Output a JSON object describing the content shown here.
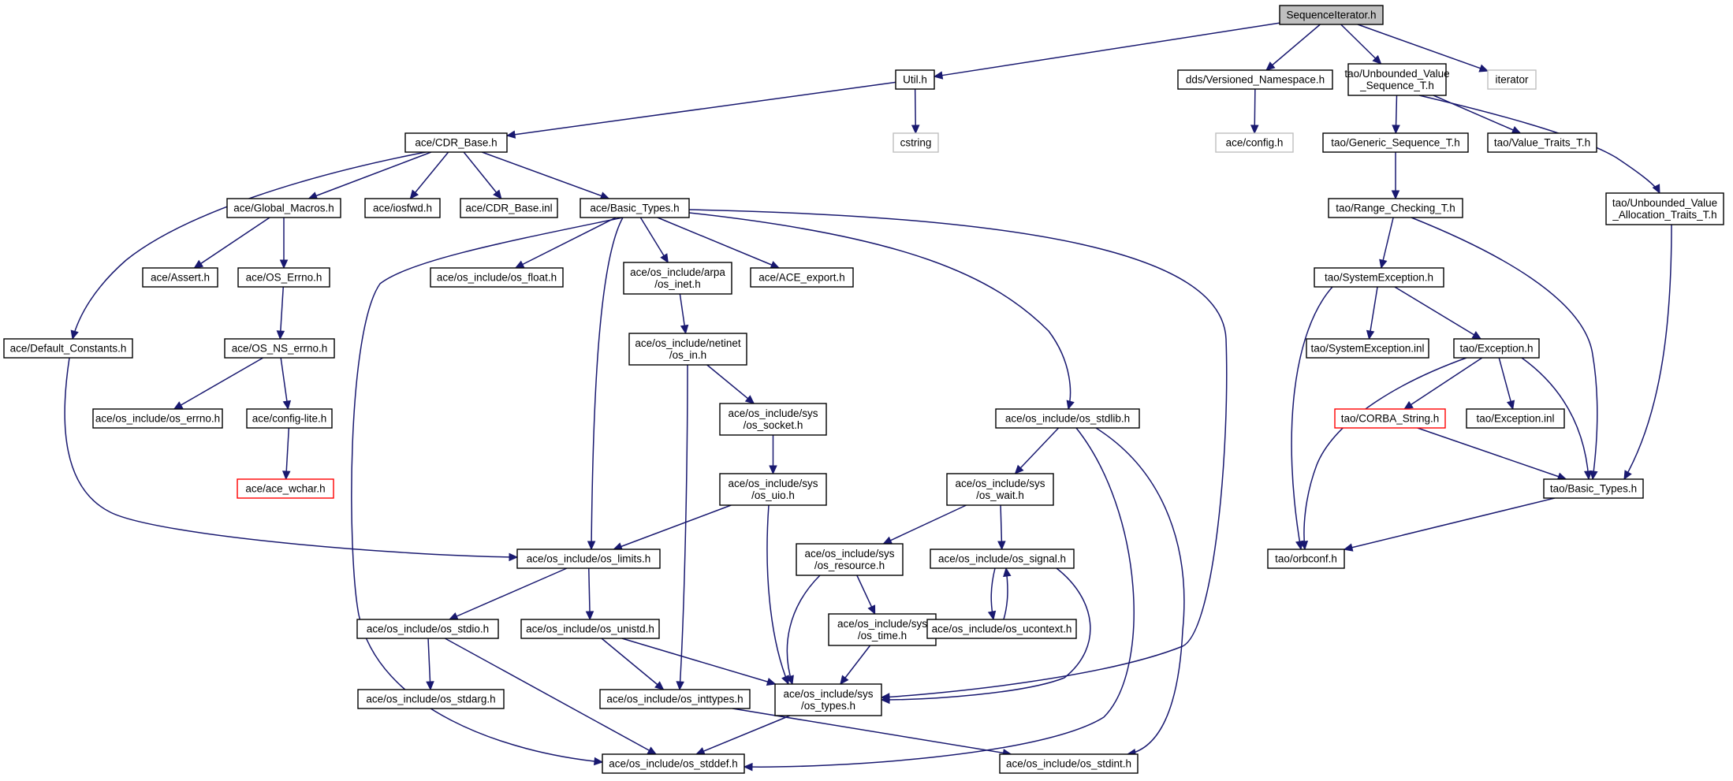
{
  "diagram": {
    "edge_color": "#191970",
    "truncated_border_color": "#ff0000",
    "external_border_color": "#bfbfbf",
    "root_fill": "#bfbfbf",
    "nodes": [
      {
        "id": "root",
        "label": [
          "SequenceIterator.h"
        ],
        "kind": "root"
      },
      {
        "id": "util",
        "label": [
          "Util.h"
        ],
        "kind": "normal"
      },
      {
        "id": "dds_ns",
        "label": [
          "dds/Versioned_Namespace.h"
        ],
        "kind": "normal"
      },
      {
        "id": "tao_ubvs",
        "label": [
          "tao/Unbounded_Value",
          "_Sequence_T.h"
        ],
        "kind": "normal"
      },
      {
        "id": "iterator",
        "label": [
          "iterator"
        ],
        "kind": "external"
      },
      {
        "id": "cdr_base",
        "label": [
          "ace/CDR_Base.h"
        ],
        "kind": "normal"
      },
      {
        "id": "cstring",
        "label": [
          "cstring"
        ],
        "kind": "external"
      },
      {
        "id": "ace_config",
        "label": [
          "ace/config.h"
        ],
        "kind": "external"
      },
      {
        "id": "tao_gen_seq",
        "label": [
          "tao/Generic_Sequence_T.h"
        ],
        "kind": "normal"
      },
      {
        "id": "tao_value_traits",
        "label": [
          "tao/Value_Traits_T.h"
        ],
        "kind": "normal"
      },
      {
        "id": "tao_ubva",
        "label": [
          "tao/Unbounded_Value",
          "_Allocation_Traits_T.h"
        ],
        "kind": "normal"
      },
      {
        "id": "global_macros",
        "label": [
          "ace/Global_Macros.h"
        ],
        "kind": "normal"
      },
      {
        "id": "iosfwd",
        "label": [
          "ace/iosfwd.h"
        ],
        "kind": "normal"
      },
      {
        "id": "cdr_base_inl",
        "label": [
          "ace/CDR_Base.inl"
        ],
        "kind": "normal"
      },
      {
        "id": "ace_basic_types",
        "label": [
          "ace/Basic_Types.h"
        ],
        "kind": "normal"
      },
      {
        "id": "tao_range",
        "label": [
          "tao/Range_Checking_T.h"
        ],
        "kind": "normal"
      },
      {
        "id": "ace_assert",
        "label": [
          "ace/Assert.h"
        ],
        "kind": "normal"
      },
      {
        "id": "os_errno",
        "label": [
          "ace/OS_Errno.h"
        ],
        "kind": "normal"
      },
      {
        "id": "os_float",
        "label": [
          "ace/os_include/os_float.h"
        ],
        "kind": "normal"
      },
      {
        "id": "arpa_inet",
        "label": [
          "ace/os_include/arpa",
          "/os_inet.h"
        ],
        "kind": "normal"
      },
      {
        "id": "ace_export",
        "label": [
          "ace/ACE_export.h"
        ],
        "kind": "normal"
      },
      {
        "id": "tao_sysexc",
        "label": [
          "tao/SystemException.h"
        ],
        "kind": "normal"
      },
      {
        "id": "default_constants",
        "label": [
          "ace/Default_Constants.h"
        ],
        "kind": "normal"
      },
      {
        "id": "os_ns_errno",
        "label": [
          "ace/OS_NS_errno.h"
        ],
        "kind": "normal"
      },
      {
        "id": "netinet_in",
        "label": [
          "ace/os_include/netinet",
          "/os_in.h"
        ],
        "kind": "normal"
      },
      {
        "id": "tao_sysexc_inl",
        "label": [
          "tao/SystemException.inl"
        ],
        "kind": "normal"
      },
      {
        "id": "tao_exception",
        "label": [
          "tao/Exception.h"
        ],
        "kind": "normal"
      },
      {
        "id": "os_include_errno",
        "label": [
          "ace/os_include/os_errno.h"
        ],
        "kind": "normal"
      },
      {
        "id": "config_lite",
        "label": [
          "ace/config-lite.h"
        ],
        "kind": "normal"
      },
      {
        "id": "sys_socket",
        "label": [
          "ace/os_include/sys",
          "/os_socket.h"
        ],
        "kind": "normal"
      },
      {
        "id": "os_stdlib",
        "label": [
          "ace/os_include/os_stdlib.h"
        ],
        "kind": "normal"
      },
      {
        "id": "tao_corba_string",
        "label": [
          "tao/CORBA_String.h"
        ],
        "kind": "truncated"
      },
      {
        "id": "tao_exception_inl",
        "label": [
          "tao/Exception.inl"
        ],
        "kind": "normal"
      },
      {
        "id": "ace_wchar",
        "label": [
          "ace/ace_wchar.h"
        ],
        "kind": "truncated"
      },
      {
        "id": "sys_uio",
        "label": [
          "ace/os_include/sys",
          "/os_uio.h"
        ],
        "kind": "normal"
      },
      {
        "id": "sys_wait",
        "label": [
          "ace/os_include/sys",
          "/os_wait.h"
        ],
        "kind": "normal"
      },
      {
        "id": "tao_basic_types",
        "label": [
          "tao/Basic_Types.h"
        ],
        "kind": "normal"
      },
      {
        "id": "os_limits",
        "label": [
          "ace/os_include/os_limits.h"
        ],
        "kind": "normal"
      },
      {
        "id": "sys_resource",
        "label": [
          "ace/os_include/sys",
          "/os_resource.h"
        ],
        "kind": "normal"
      },
      {
        "id": "os_signal",
        "label": [
          "ace/os_include/os_signal.h"
        ],
        "kind": "normal"
      },
      {
        "id": "tao_orbconf",
        "label": [
          "tao/orbconf.h"
        ],
        "kind": "normal"
      },
      {
        "id": "sys_time",
        "label": [
          "ace/os_include/sys",
          "/os_time.h"
        ],
        "kind": "normal"
      },
      {
        "id": "os_stdio",
        "label": [
          "ace/os_include/os_stdio.h"
        ],
        "kind": "normal"
      },
      {
        "id": "os_unistd",
        "label": [
          "ace/os_include/os_unistd.h"
        ],
        "kind": "normal"
      },
      {
        "id": "os_ucontext",
        "label": [
          "ace/os_include/os_ucontext.h"
        ],
        "kind": "normal"
      },
      {
        "id": "os_stdarg",
        "label": [
          "ace/os_include/os_stdarg.h"
        ],
        "kind": "normal"
      },
      {
        "id": "os_inttypes",
        "label": [
          "ace/os_include/os_inttypes.h"
        ],
        "kind": "normal"
      },
      {
        "id": "sys_types",
        "label": [
          "ace/os_include/sys",
          "/os_types.h"
        ],
        "kind": "normal"
      },
      {
        "id": "os_stddef",
        "label": [
          "ace/os_include/os_stddef.h"
        ],
        "kind": "normal"
      },
      {
        "id": "os_stdint",
        "label": [
          "ace/os_include/os_stdint.h"
        ],
        "kind": "normal"
      }
    ],
    "edges": [
      [
        "root",
        "util"
      ],
      [
        "root",
        "dds_ns"
      ],
      [
        "root",
        "tao_ubvs"
      ],
      [
        "root",
        "iterator"
      ],
      [
        "util",
        "cdr_base"
      ],
      [
        "util",
        "cstring"
      ],
      [
        "dds_ns",
        "ace_config"
      ],
      [
        "tao_ubvs",
        "tao_gen_seq"
      ],
      [
        "tao_ubvs",
        "tao_value_traits"
      ],
      [
        "tao_ubvs",
        "tao_ubva"
      ],
      [
        "cdr_base",
        "default_constants"
      ],
      [
        "cdr_base",
        "global_macros"
      ],
      [
        "cdr_base",
        "iosfwd"
      ],
      [
        "cdr_base",
        "cdr_base_inl"
      ],
      [
        "cdr_base",
        "ace_basic_types"
      ],
      [
        "tao_gen_seq",
        "tao_range"
      ],
      [
        "tao_ubva",
        "tao_basic_types"
      ],
      [
        "global_macros",
        "ace_assert"
      ],
      [
        "global_macros",
        "os_errno"
      ],
      [
        "ace_basic_types",
        "os_stddef"
      ],
      [
        "ace_basic_types",
        "os_float"
      ],
      [
        "ace_basic_types",
        "os_limits"
      ],
      [
        "ace_basic_types",
        "arpa_inet"
      ],
      [
        "ace_basic_types",
        "ace_export"
      ],
      [
        "ace_basic_types",
        "os_stdlib"
      ],
      [
        "ace_basic_types",
        "sys_types"
      ],
      [
        "tao_range",
        "tao_sysexc"
      ],
      [
        "tao_range",
        "tao_basic_types"
      ],
      [
        "os_errno",
        "os_ns_errno"
      ],
      [
        "arpa_inet",
        "netinet_in"
      ],
      [
        "tao_sysexc",
        "tao_orbconf"
      ],
      [
        "tao_sysexc",
        "tao_sysexc_inl"
      ],
      [
        "tao_sysexc",
        "tao_exception"
      ],
      [
        "default_constants",
        "os_limits"
      ],
      [
        "os_ns_errno",
        "os_include_errno"
      ],
      [
        "os_ns_errno",
        "config_lite"
      ],
      [
        "netinet_in",
        "os_inttypes"
      ],
      [
        "netinet_in",
        "sys_socket"
      ],
      [
        "tao_exception",
        "tao_orbconf"
      ],
      [
        "tao_exception",
        "tao_corba_string"
      ],
      [
        "tao_exception",
        "tao_exception_inl"
      ],
      [
        "tao_exception",
        "tao_basic_types"
      ],
      [
        "config_lite",
        "ace_wchar"
      ],
      [
        "sys_socket",
        "sys_uio"
      ],
      [
        "os_stdlib",
        "sys_wait"
      ],
      [
        "os_stdlib",
        "os_stddef"
      ],
      [
        "os_stdlib",
        "os_stdint"
      ],
      [
        "tao_corba_string",
        "tao_basic_types"
      ],
      [
        "sys_uio",
        "os_limits"
      ],
      [
        "sys_uio",
        "sys_types"
      ],
      [
        "sys_wait",
        "sys_resource"
      ],
      [
        "sys_wait",
        "os_signal"
      ],
      [
        "tao_basic_types",
        "tao_orbconf"
      ],
      [
        "os_limits",
        "os_stdio"
      ],
      [
        "os_limits",
        "os_unistd"
      ],
      [
        "sys_resource",
        "sys_time"
      ],
      [
        "sys_resource",
        "sys_types"
      ],
      [
        "os_signal",
        "os_ucontext"
      ],
      [
        "os_signal",
        "sys_types"
      ],
      [
        "os_ucontext",
        "os_signal"
      ],
      [
        "sys_time",
        "sys_types"
      ],
      [
        "os_stdio",
        "os_stdarg"
      ],
      [
        "os_stdio",
        "os_stddef"
      ],
      [
        "os_unistd",
        "os_inttypes"
      ],
      [
        "os_unistd",
        "sys_types"
      ],
      [
        "os_inttypes",
        "os_stdint"
      ],
      [
        "sys_types",
        "os_stddef"
      ]
    ]
  }
}
